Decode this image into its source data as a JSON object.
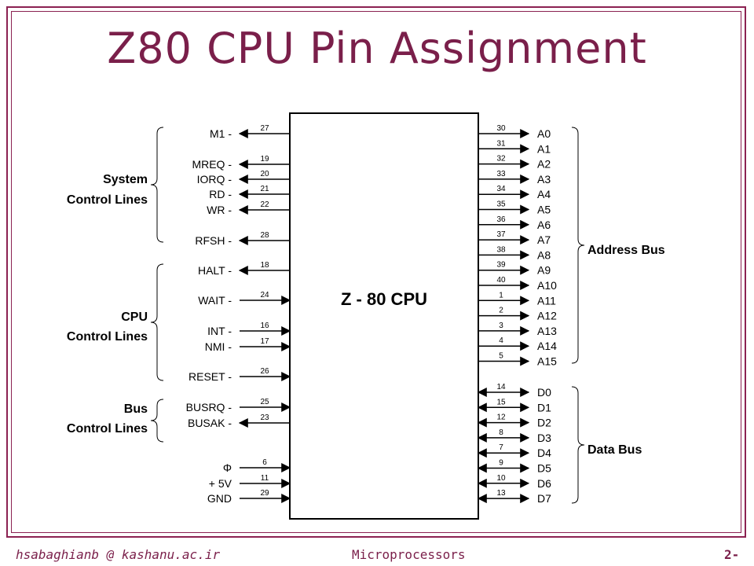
{
  "title": "Z80 CPU Pin Assignment",
  "chip_label": "Z - 80 CPU",
  "left_pins": [
    {
      "name": "M1 -",
      "num": "27",
      "dir": "out"
    },
    {
      "name": "MREQ -",
      "num": "19",
      "dir": "out"
    },
    {
      "name": "IORQ -",
      "num": "20",
      "dir": "out"
    },
    {
      "name": "RD -",
      "num": "21",
      "dir": "out"
    },
    {
      "name": "WR -",
      "num": "22",
      "dir": "out"
    },
    {
      "name": "RFSH -",
      "num": "28",
      "dir": "out"
    },
    {
      "name": "HALT -",
      "num": "18",
      "dir": "out"
    },
    {
      "name": "WAIT -",
      "num": "24",
      "dir": "in"
    },
    {
      "name": "INT -",
      "num": "16",
      "dir": "in"
    },
    {
      "name": "NMI -",
      "num": "17",
      "dir": "in"
    },
    {
      "name": "RESET -",
      "num": "26",
      "dir": "in"
    },
    {
      "name": "BUSRQ -",
      "num": "25",
      "dir": "in"
    },
    {
      "name": "BUSAK -",
      "num": "23",
      "dir": "out"
    },
    {
      "name": "Φ",
      "num": "6",
      "dir": "in"
    },
    {
      "name": "+ 5V",
      "num": "11",
      "dir": "in"
    },
    {
      "name": "GND",
      "num": "29",
      "dir": "in"
    }
  ],
  "address_pins": [
    {
      "name": "A0",
      "num": "30"
    },
    {
      "name": "A1",
      "num": "31"
    },
    {
      "name": "A2",
      "num": "32"
    },
    {
      "name": "A3",
      "num": "33"
    },
    {
      "name": "A4",
      "num": "34"
    },
    {
      "name": "A5",
      "num": "35"
    },
    {
      "name": "A6",
      "num": "36"
    },
    {
      "name": "A7",
      "num": "37"
    },
    {
      "name": "A8",
      "num": "38"
    },
    {
      "name": "A9",
      "num": "39"
    },
    {
      "name": "A10",
      "num": "40"
    },
    {
      "name": "A11",
      "num": "1"
    },
    {
      "name": "A12",
      "num": "2"
    },
    {
      "name": "A13",
      "num": "3"
    },
    {
      "name": "A14",
      "num": "4"
    },
    {
      "name": "A15",
      "num": "5"
    }
  ],
  "data_pins": [
    {
      "name": "D0",
      "num": "14"
    },
    {
      "name": "D1",
      "num": "15"
    },
    {
      "name": "D2",
      "num": "12"
    },
    {
      "name": "D3",
      "num": "8"
    },
    {
      "name": "D4",
      "num": "7"
    },
    {
      "name": "D5",
      "num": "9"
    },
    {
      "name": "D6",
      "num": "10"
    },
    {
      "name": "D7",
      "num": "13"
    }
  ],
  "groups": {
    "system": [
      "System",
      "Control Lines"
    ],
    "cpu": [
      "CPU",
      "Control Lines"
    ],
    "bus": [
      "Bus",
      "Control Lines"
    ],
    "address": "Address Bus",
    "data": "Data Bus"
  },
  "footer": {
    "left": "hsabaghianb @ kashanu.ac.ir",
    "center": "Microprocessors",
    "right": "2-"
  },
  "colors": {
    "frame": "#8b2252",
    "title": "#7a1f4a",
    "lines": "#000000"
  }
}
